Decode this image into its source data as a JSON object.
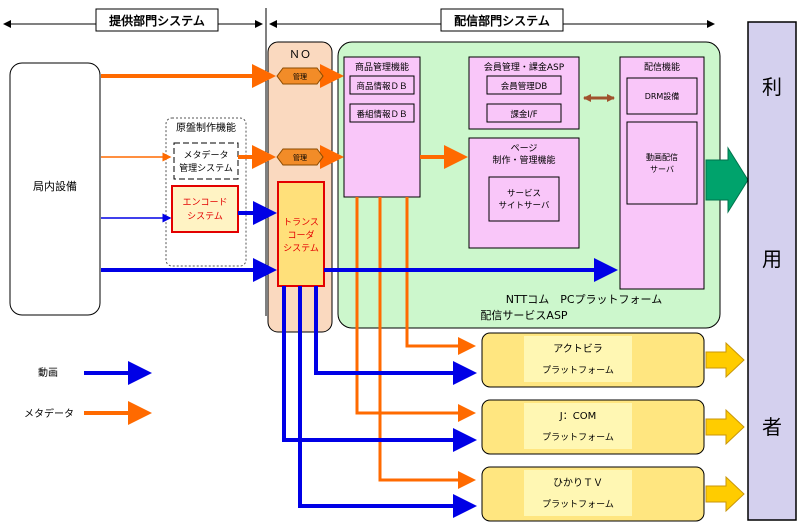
{
  "header": {
    "provider_system": "提供部門システム",
    "delivery_system": "配信部門システム"
  },
  "station_equipment": "局内設備",
  "master_production": {
    "title": "原盤制作機能",
    "metadata_system_line1": "メタデータ",
    "metadata_system_line2": "管理システム",
    "encode_system_line1": "エンコード",
    "encode_system_line2": "システム"
  },
  "no_column": {
    "title": "ＮＯ",
    "manage_label_1": "管理",
    "manage_label_2": "管理",
    "transcoder_line1": "トランス",
    "transcoder_line2": "コーダ",
    "transcoder_line3": "システム"
  },
  "product_management": {
    "title": "商品管理機能",
    "product_db": "商品情報ＤＢ",
    "program_db": "番組情報ＤＢ"
  },
  "member_management": {
    "title": "会員管理・課金ASP",
    "member_db": "会員管理DB",
    "billing_if": "課金I/F"
  },
  "page_management": {
    "title_line1": "ページ",
    "title_line2": "制作・管理機能",
    "site_server_line1": "サービス",
    "site_server_line2": "サイトサーバ"
  },
  "delivery_function": {
    "title": "配信機能",
    "drm": "DRM設備",
    "video_server_line1": "動画配信",
    "video_server_line2": "サーバ"
  },
  "platform_caption": {
    "line1": "NTTコム　PCプラットフォーム",
    "line2": "配信サービスASP"
  },
  "platforms": [
    {
      "name": "アクトビラ",
      "sub": "プラットフォーム"
    },
    {
      "name": "J：COM",
      "sub": "プラットフォーム"
    },
    {
      "name": "ひかりＴＶ",
      "sub": "プラットフォーム"
    }
  ],
  "user_column": [
    "利",
    "用",
    "者"
  ],
  "legend": {
    "video": "動画",
    "metadata": "メタデータ"
  },
  "colors": {
    "video_arrow": "#0000e6",
    "metadata_arrow": "#ff6a00",
    "asp_green": "#ccf7cc",
    "function_pink": "#f9c6f9",
    "platform_yellow": "#ffe680",
    "no_column_peach": "#fad9bf",
    "user_lavender": "#d4d0ee"
  }
}
